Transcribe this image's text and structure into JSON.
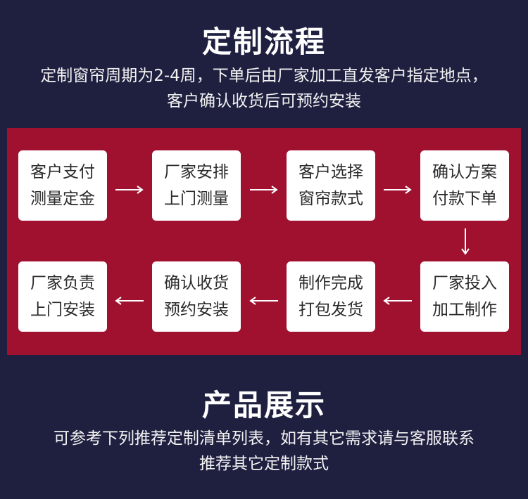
{
  "process": {
    "title": "定制流程",
    "desc_line1": "定制窗帘周期为2-4周，下单后由厂家加工直发客户指定地点，",
    "desc_line2": "客户确认收货后可预约安装",
    "steps": [
      {
        "line1": "客户支付",
        "line2": "测量定金"
      },
      {
        "line1": "厂家安排",
        "line2": "上门测量"
      },
      {
        "line1": "客户选择",
        "line2": "窗帘款式"
      },
      {
        "line1": "确认方案",
        "line2": "付款下单"
      },
      {
        "line1": "厂家投入",
        "line2": "加工制作"
      },
      {
        "line1": "制作完成",
        "line2": "打包发货"
      },
      {
        "line1": "确认收货",
        "line2": "预约安装"
      },
      {
        "line1": "厂家负责",
        "line2": "上门安装"
      }
    ]
  },
  "products": {
    "title": "产品展示",
    "desc_line1": "可参考下列推荐定制清单列表，如有其它需求请与客服联系",
    "desc_line2": "推荐其它定制款式"
  },
  "colors": {
    "background": "#1f2040",
    "panel": "#a0102f",
    "card": "#ffffff",
    "arrow": "#ffffff"
  }
}
